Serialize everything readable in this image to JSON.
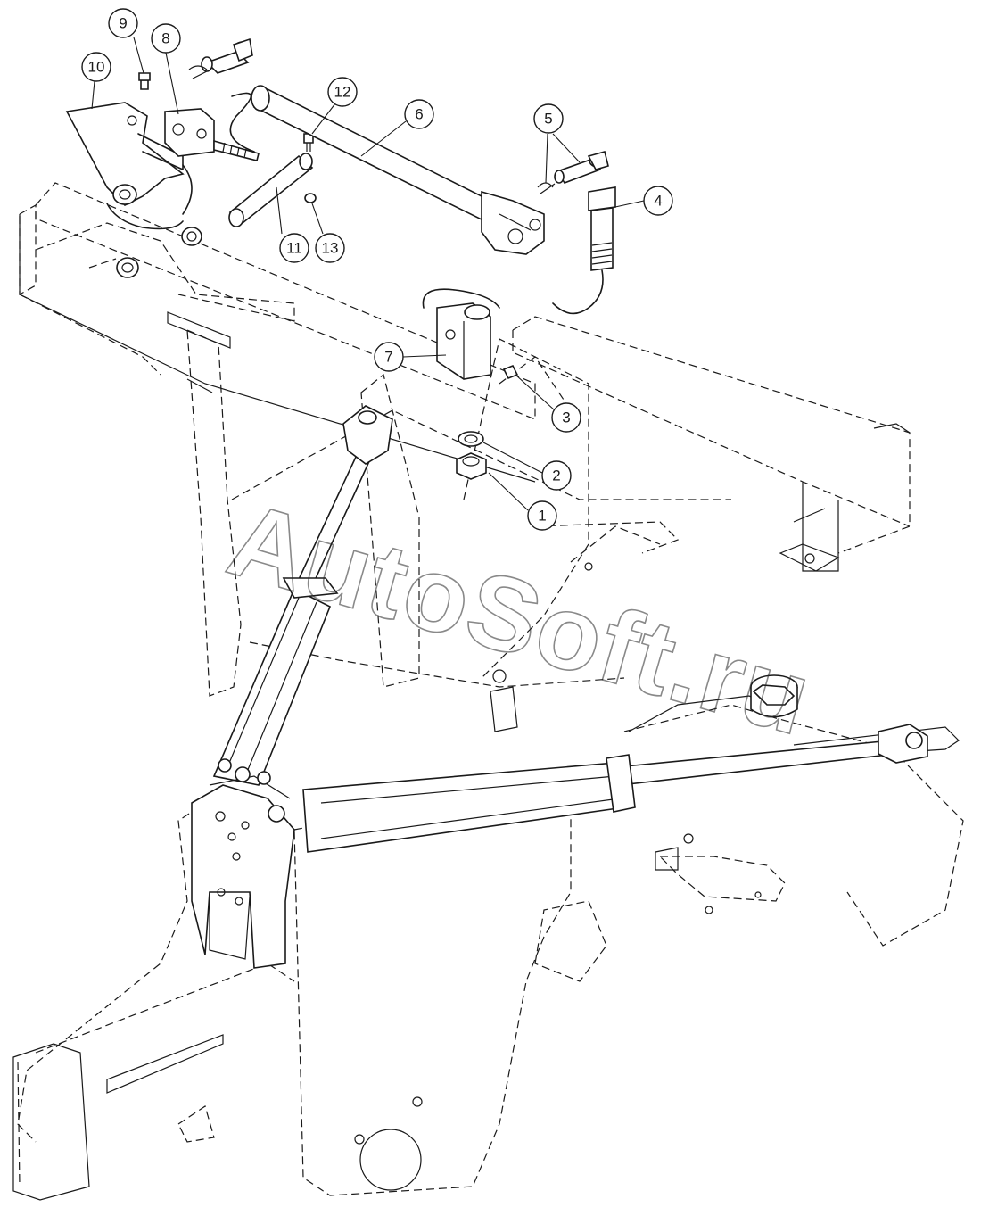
{
  "watermark": {
    "text": "AutoSoft.ru"
  },
  "callouts": [
    {
      "id": "1",
      "label": "1"
    },
    {
      "id": "2",
      "label": "2"
    },
    {
      "id": "3",
      "label": "3"
    },
    {
      "id": "4",
      "label": "4"
    },
    {
      "id": "5",
      "label": "5"
    },
    {
      "id": "6",
      "label": "6"
    },
    {
      "id": "7",
      "label": "7"
    },
    {
      "id": "8",
      "label": "8"
    },
    {
      "id": "9",
      "label": "9"
    },
    {
      "id": "10",
      "label": "10"
    },
    {
      "id": "11",
      "label": "11"
    },
    {
      "id": "12",
      "label": "12"
    },
    {
      "id": "13",
      "label": "13"
    }
  ],
  "colors": {
    "line": "#1a1a1a",
    "background": "#ffffff"
  }
}
